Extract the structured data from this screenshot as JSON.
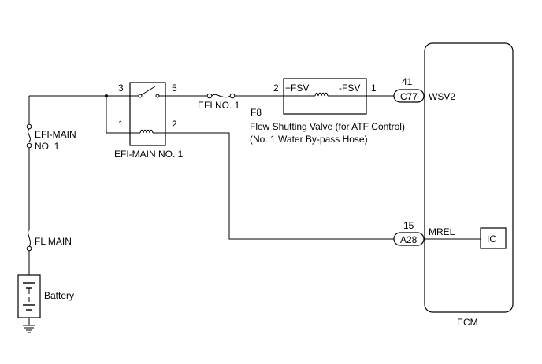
{
  "components": {
    "efi_main_relay": {
      "label": "EFI-MAIN NO. 1",
      "pin_3": "3",
      "pin_5": "5",
      "pin_1": "1",
      "pin_2": "2"
    },
    "efi_no1_fuse": {
      "label": "EFI NO. 1"
    },
    "efi_main_fuse": {
      "label_line1": "EFI-MAIN",
      "label_line2": "NO. 1"
    },
    "fl_main_fuse": {
      "label": "FL MAIN"
    },
    "battery": {
      "label": "Battery"
    },
    "valve": {
      "code": "F8",
      "name_line1": "Flow Shutting Valve (for ATF Control)",
      "name_line2": "(No. 1 Water By-pass Hose)",
      "pos_terminal": "+FSV",
      "neg_terminal": "-FSV",
      "pin_left": "2",
      "pin_right": "1"
    },
    "ecm": {
      "label": "ECM",
      "connector_1": {
        "code": "C77",
        "pin": "41",
        "signal": "WSV2"
      },
      "connector_2": {
        "code": "A28",
        "pin": "15",
        "signal": "MREL"
      },
      "ic_label": "IC"
    }
  }
}
